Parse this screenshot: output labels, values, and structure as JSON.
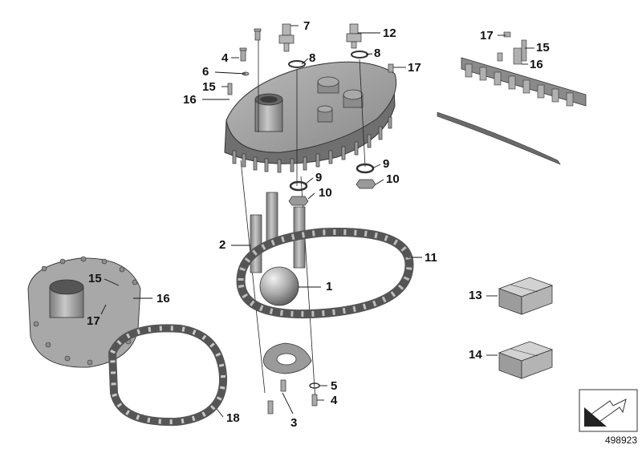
{
  "diagram": {
    "document_number": "498923",
    "parts": [
      {
        "id": "p1",
        "label": "1",
        "name": "float-ball"
      },
      {
        "id": "p2",
        "label": "2",
        "name": "tube"
      },
      {
        "id": "p3",
        "label": "3",
        "name": "ring-flange"
      },
      {
        "id": "p4a",
        "label": "4",
        "name": "screw"
      },
      {
        "id": "p4b",
        "label": "4",
        "name": "screw"
      },
      {
        "id": "p5",
        "label": "5",
        "name": "washer"
      },
      {
        "id": "p6",
        "label": "6",
        "name": "washer"
      },
      {
        "id": "p7",
        "label": "7",
        "name": "fitting"
      },
      {
        "id": "p8a",
        "label": "8",
        "name": "sealing-ring"
      },
      {
        "id": "p8b",
        "label": "8",
        "name": "sealing-ring"
      },
      {
        "id": "p9a",
        "label": "9",
        "name": "washer"
      },
      {
        "id": "p9b",
        "label": "9",
        "name": "washer"
      },
      {
        "id": "p10a",
        "label": "10",
        "name": "nut"
      },
      {
        "id": "p10b",
        "label": "10",
        "name": "nut"
      },
      {
        "id": "p11",
        "label": "11",
        "name": "gasket-large"
      },
      {
        "id": "p12",
        "label": "12",
        "name": "fitting"
      },
      {
        "id": "p13",
        "label": "13",
        "name": "box-kit"
      },
      {
        "id": "p14",
        "label": "14",
        "name": "box-kit"
      },
      {
        "id": "p15a",
        "label": "15",
        "name": "pin"
      },
      {
        "id": "p15b",
        "label": "15",
        "name": "pin"
      },
      {
        "id": "p15c",
        "label": "15",
        "name": "pin"
      },
      {
        "id": "p16a",
        "label": "16",
        "name": "stud"
      },
      {
        "id": "p16b",
        "label": "16",
        "name": "stud"
      },
      {
        "id": "p16c",
        "label": "16",
        "name": "stud"
      },
      {
        "id": "p17a",
        "label": "17",
        "name": "cap"
      },
      {
        "id": "p17b",
        "label": "17",
        "name": "cap"
      },
      {
        "id": "p17c",
        "label": "17",
        "name": "cap"
      },
      {
        "id": "p18",
        "label": "18",
        "name": "gasket-small"
      }
    ]
  }
}
